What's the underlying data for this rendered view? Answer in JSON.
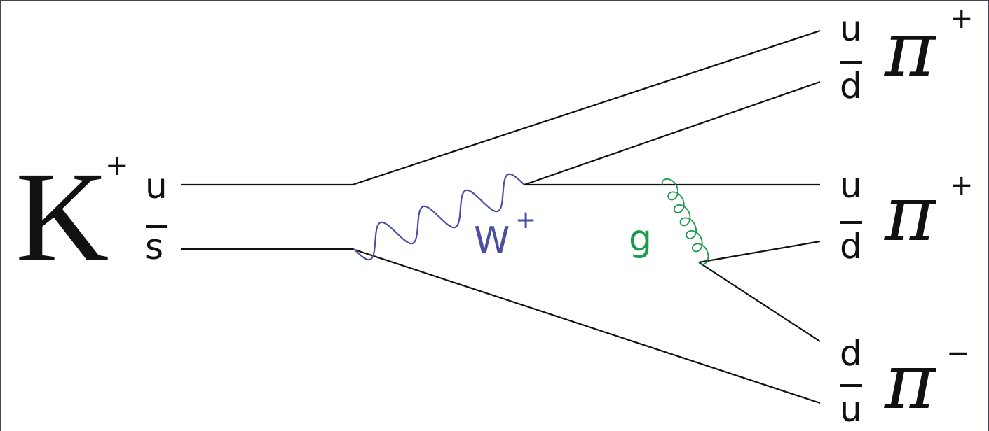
{
  "title": "K+ to pi+ pi+ pi- decay Feynman diagram",
  "initial": {
    "meson": "K",
    "charge": "+",
    "quarks": [
      "u",
      "s"
    ]
  },
  "boson_w": {
    "label": "W",
    "charge": "+",
    "color": "#4a4f9f"
  },
  "gluon": {
    "label": "g",
    "color": "#1a9a4a"
  },
  "final": [
    {
      "meson": "π",
      "charge": "+",
      "quarks": [
        "u",
        "d"
      ]
    },
    {
      "meson": "π",
      "charge": "+",
      "quarks": [
        "u",
        "d"
      ]
    },
    {
      "meson": "π",
      "charge": "−",
      "quarks": [
        "d",
        "u"
      ]
    }
  ],
  "colors": {
    "line": "#111111",
    "border": "#3f444d"
  }
}
